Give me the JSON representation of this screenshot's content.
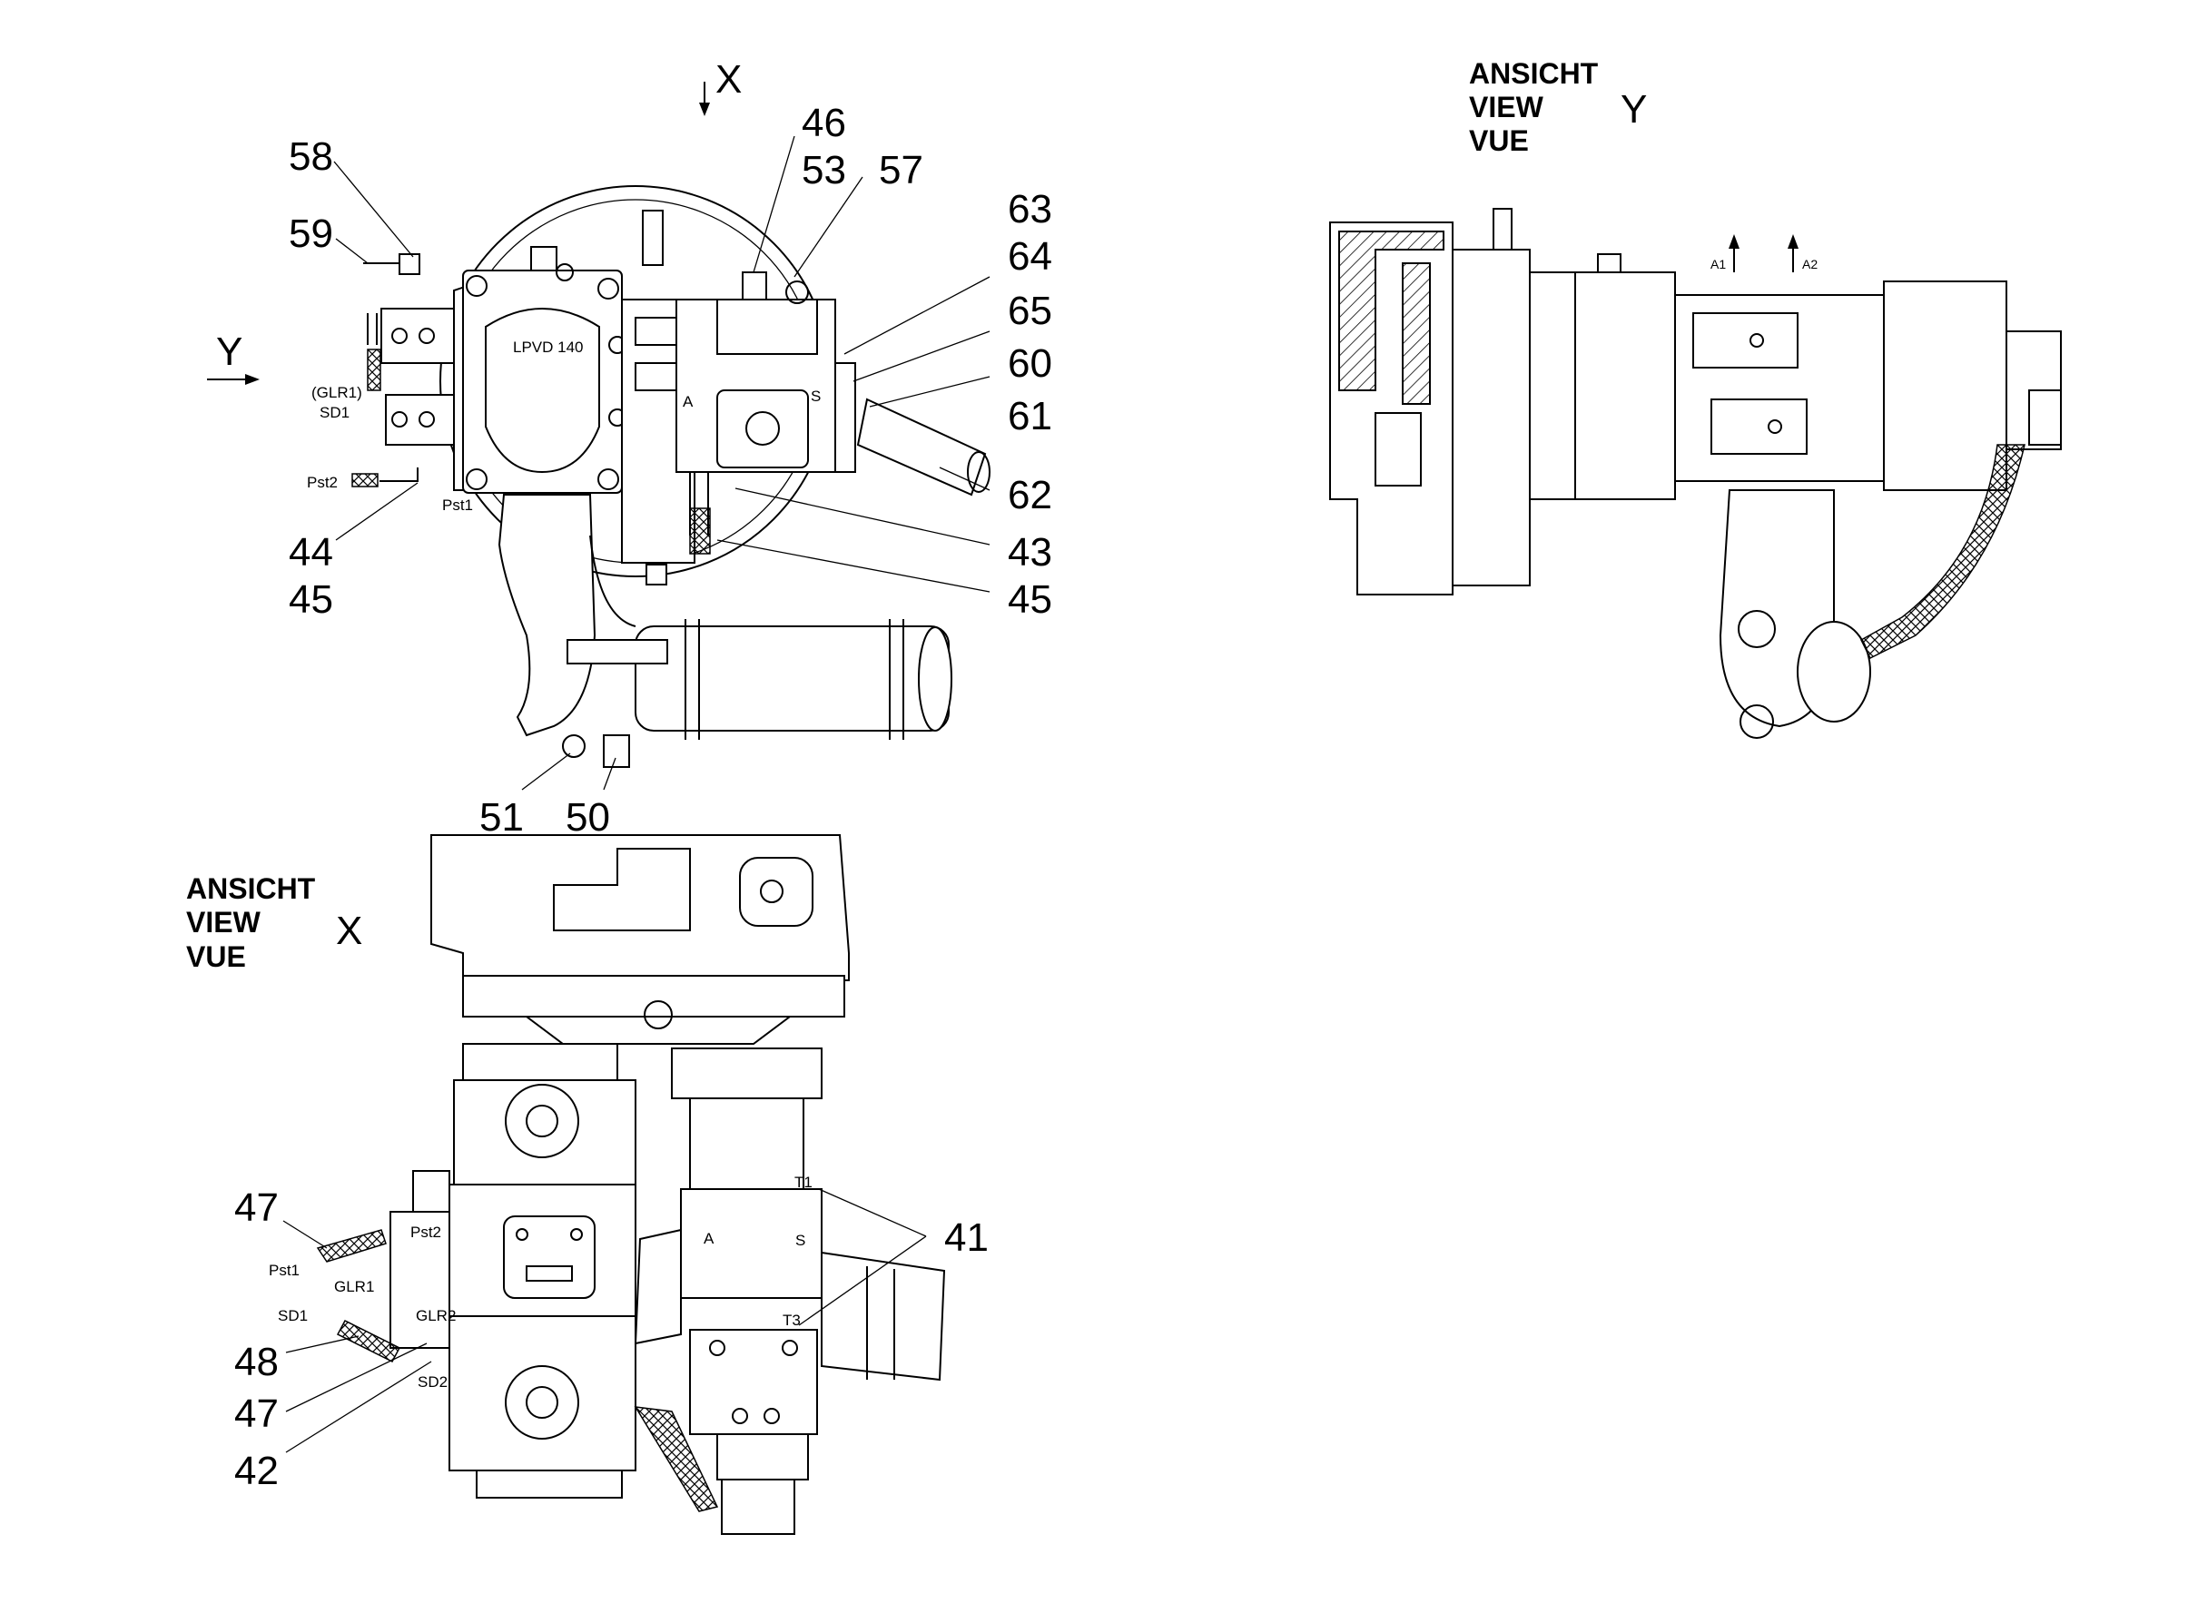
{
  "views": {
    "view_y": {
      "heading": [
        "ANSICHT",
        "VIEW",
        "VUE"
      ],
      "letter": "Y"
    },
    "view_x": {
      "heading": [
        "ANSICHT",
        "VIEW",
        "VUE"
      ],
      "letter": "X"
    }
  },
  "markers": {
    "x_arrow": "X",
    "y_arrow": "Y"
  },
  "top_view": {
    "nameplate": "LPVD 140",
    "ports": [
      "(GLR1)",
      "SD1",
      "Pst2",
      "Pst1",
      "A",
      "S"
    ],
    "callouts": [
      "58",
      "59",
      "46",
      "53",
      "57",
      "63",
      "64",
      "65",
      "60",
      "61",
      "62",
      "43",
      "45",
      "44",
      "45",
      "51",
      "50"
    ]
  },
  "side_view": {
    "ports": [
      "A1",
      "A2"
    ]
  },
  "bottom_view": {
    "ports": [
      "T1",
      "A",
      "S",
      "T3",
      "Pst2",
      "Pst1",
      "GLR1",
      "SD1",
      "GLR2",
      "SD2"
    ],
    "callouts": [
      "47",
      "41",
      "48",
      "47",
      "42"
    ]
  }
}
